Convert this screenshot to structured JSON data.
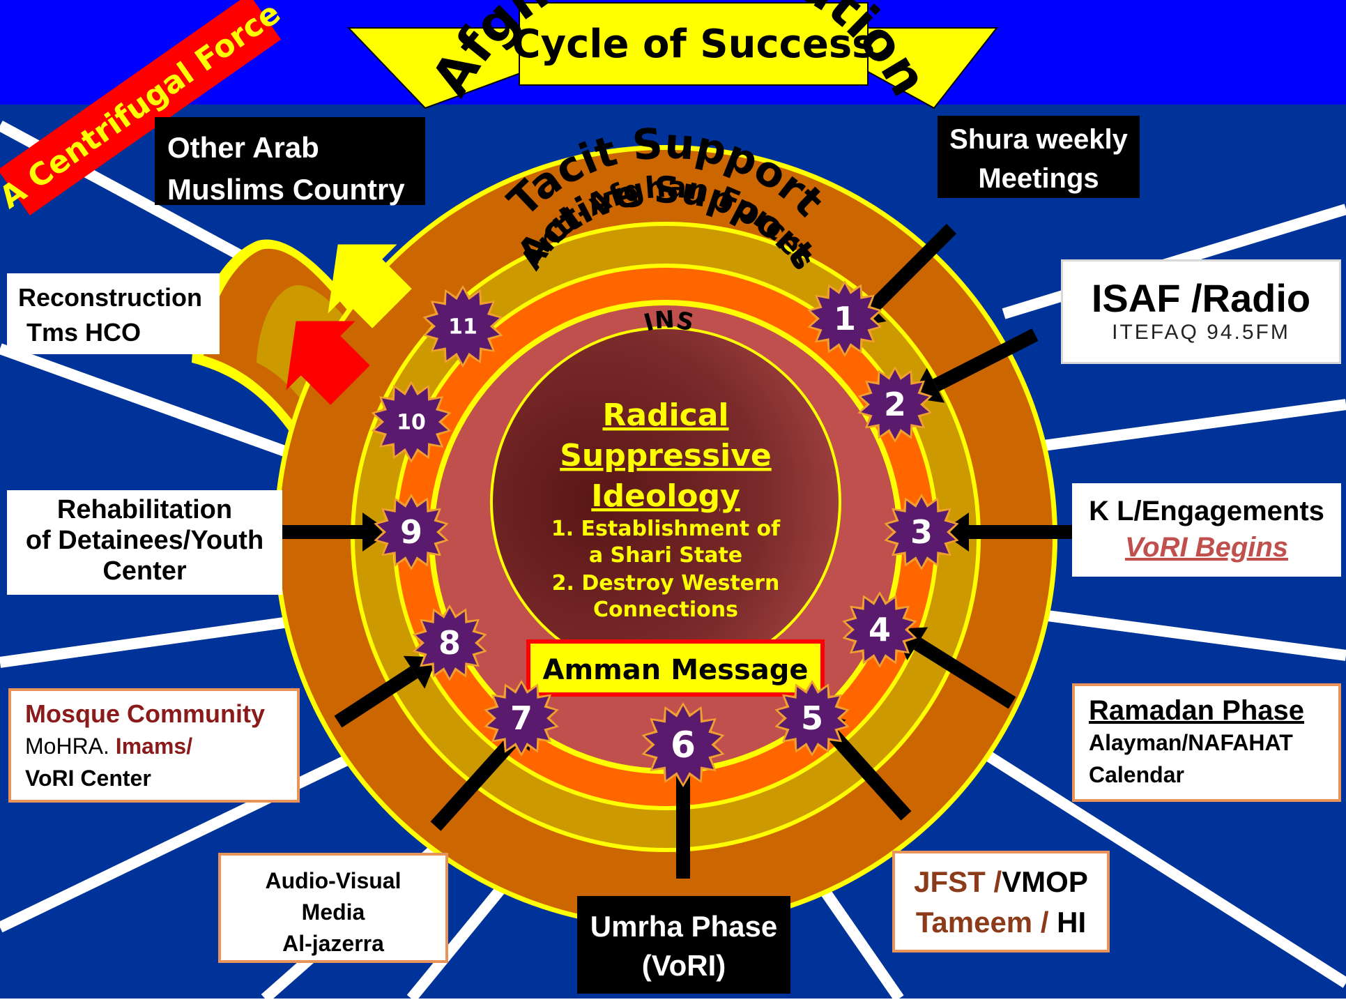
{
  "title": "Cycle of Success",
  "corner_banner": "A Centrifugal Force",
  "rings": {
    "outer": "Afghan Population",
    "second": "Tacit Support",
    "third": "Active Support",
    "fourth_line1": "Anti-Afghan Forces",
    "fourth_line2": "INS"
  },
  "center": {
    "title_line1": "Radical",
    "title_line2": "Suppressive",
    "title_line3": "Ideology",
    "item1_line1": "1. Establishment of",
    "item1_line2": "a Shari State",
    "item2_line1": "2. Destroy Western",
    "item2_line2": "Connections"
  },
  "amman_message": "Amman Message",
  "stars": [
    "1",
    "2",
    "3",
    "4",
    "5",
    "6",
    "7",
    "8",
    "9",
    "10",
    "11"
  ],
  "boxes": {
    "other_arab": {
      "line1": "Other Arab",
      "line2": "Muslims Country"
    },
    "shura": {
      "line1": "Shura  weekly",
      "line2": "Meetings"
    },
    "reconstruction": {
      "line1": "Reconstruction",
      "line2": "Tms HCO"
    },
    "isaf": {
      "line1": "ISAF /Radio",
      "line2": "ITEFAQ 94.5FM"
    },
    "rehab": {
      "line1": "Rehabilitation",
      "line2": "of Detainees/Youth",
      "line3": "Center"
    },
    "kl": {
      "line1": "K L/Engagements",
      "line2": "VoRI  Begins"
    },
    "mosque": {
      "line1": "Mosque Community",
      "line2a": "MoHRA.",
      "line2b": "Imams/",
      "line3": "VoRI Center"
    },
    "ramadan": {
      "line1": "Ramadan Phase",
      "line2": "Alayman/NAFAHAT",
      "line3": "Calendar"
    },
    "audio": {
      "line1": "Audio-Visual",
      "line2": "Media",
      "line3": "Al-jazerra"
    },
    "umrha": {
      "line1": "Umrha Phase",
      "line2": "(VoRI)"
    },
    "jfst": {
      "line1a": "JFST /",
      "line1b": "VMOP",
      "line2a": "Tameem /",
      "line2b": "HI"
    }
  },
  "colors": {
    "sky": "#0000ff",
    "background": "#003399",
    "ring_outer": "#cc6600",
    "ring_tan": "#cc9900",
    "ring_orange": "#ff6600",
    "ring_yellow": "#ffff00",
    "core": "#c0504d",
    "star": "#5a1a6e",
    "label_red": "#8b1a1a"
  }
}
